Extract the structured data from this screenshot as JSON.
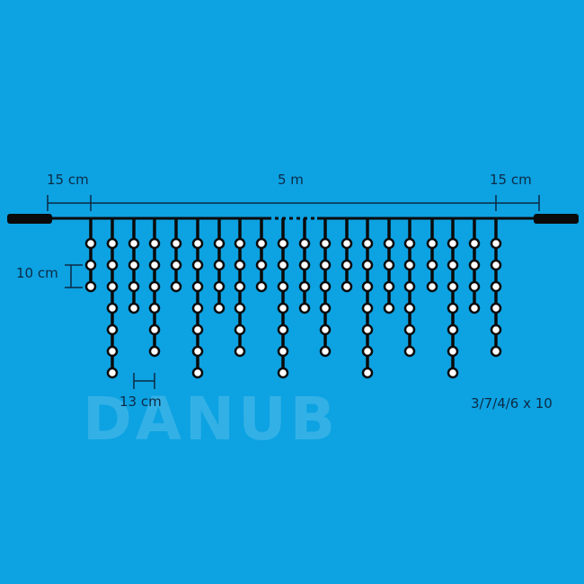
{
  "labels": {
    "left_margin": "15 cm",
    "total_length": "5 m",
    "right_margin": "15 cm",
    "drop_spacing_vertical": "10 cm",
    "drop_spacing_horizontal": "13 cm",
    "pattern": "3/7/4/6 x 10"
  },
  "watermark": "DANUB",
  "drops": [
    3,
    7,
    4,
    6,
    3,
    7,
    4,
    6,
    3,
    7,
    4,
    6,
    3,
    7,
    4,
    6,
    3,
    7,
    4,
    6
  ],
  "colors": {
    "background": "#0da2e2",
    "wire": "#0a0a0a",
    "bulb": "#ffffff",
    "text": "#0c2b45"
  }
}
